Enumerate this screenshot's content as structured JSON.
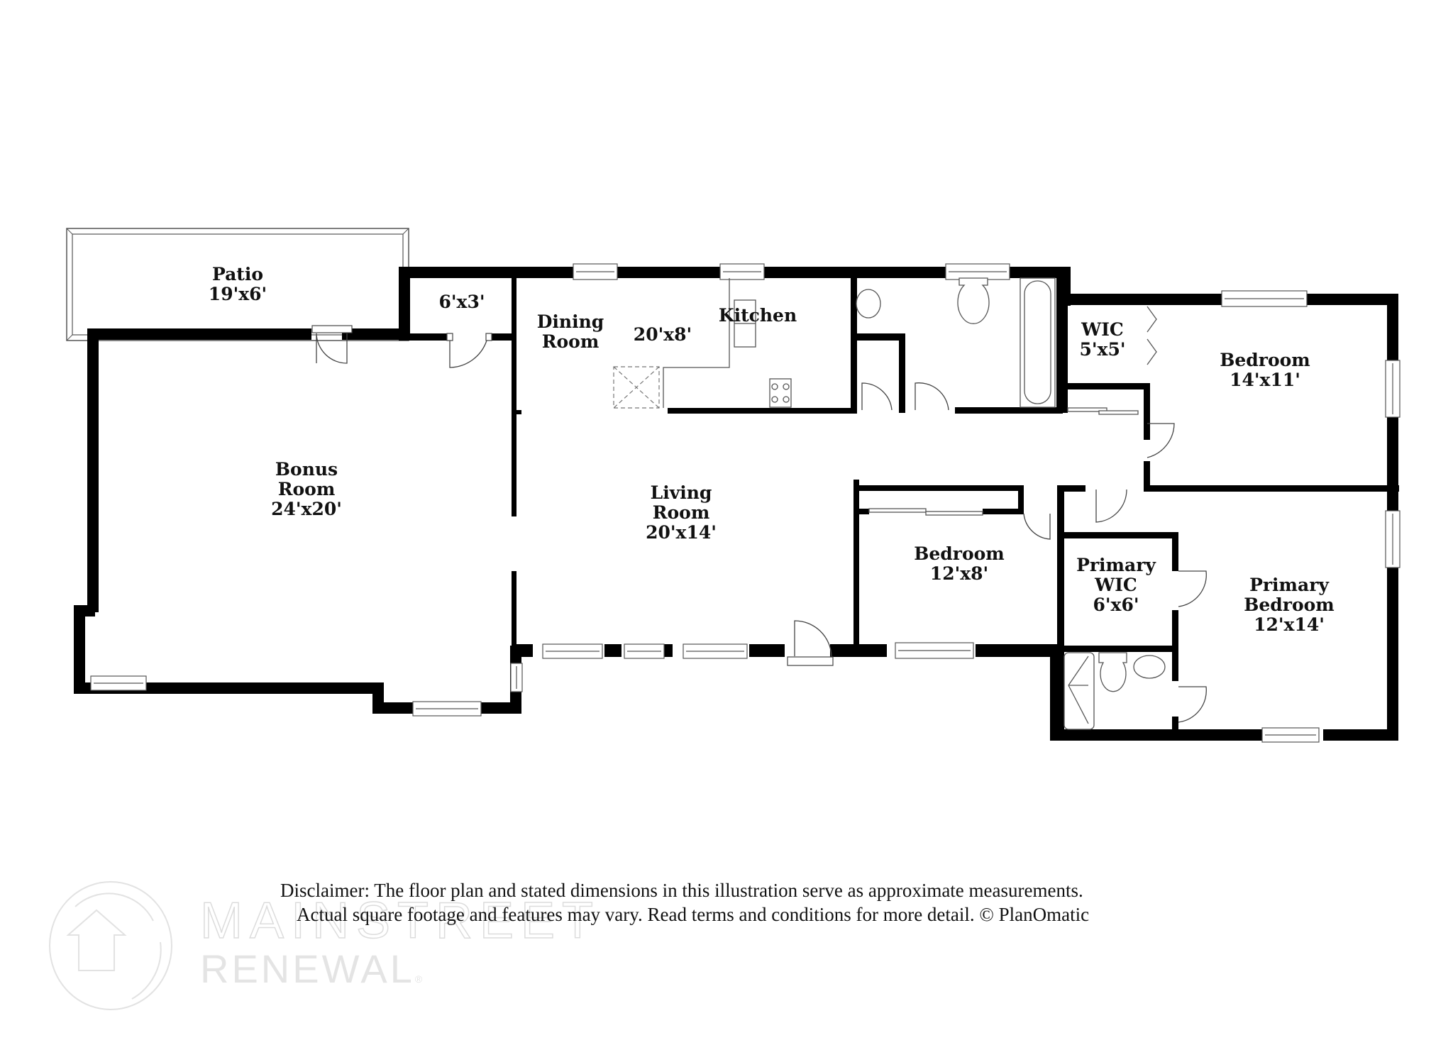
{
  "rooms": {
    "patio": {
      "name": "Patio",
      "size": "19'x6'"
    },
    "closet": {
      "name": "",
      "size": "6'x3'"
    },
    "dining": {
      "name_line1": "Dining",
      "name_line2": "Room"
    },
    "kitchen_dining_size": "20'x8'",
    "kitchen": {
      "name": "Kitchen"
    },
    "wic": {
      "name": "WIC",
      "size": "5'x5'"
    },
    "bedroom_ne": {
      "name": "Bedroom",
      "size": "14'x11'"
    },
    "bonus": {
      "name_line1": "Bonus",
      "name_line2": "Room",
      "size": "24'x20'"
    },
    "living": {
      "name_line1": "Living",
      "name_line2": "Room",
      "size": "20'x14'"
    },
    "bedroom_s": {
      "name": "Bedroom",
      "size": "12'x8'"
    },
    "primary_wic": {
      "name_line1": "Primary",
      "name_line2": "WIC",
      "size": "6'x6'"
    },
    "primary_bedroom": {
      "name_line1": "Primary",
      "name_line2": "Bedroom",
      "size": "12'x14'"
    }
  },
  "disclaimer": {
    "line1": "Disclaimer: The floor plan and stated dimensions in this illustration serve as approximate measurements.",
    "line2": "Actual square footage and features may vary. Read terms and conditions for more detail. © PlanOmatic"
  },
  "watermark": {
    "brand_line1": "MAINSTREET",
    "brand_line2": "RENEWAL",
    "registered": "®"
  },
  "colors": {
    "wall": "#000000",
    "background": "#ffffff",
    "watermark": "#dcdcdc"
  }
}
